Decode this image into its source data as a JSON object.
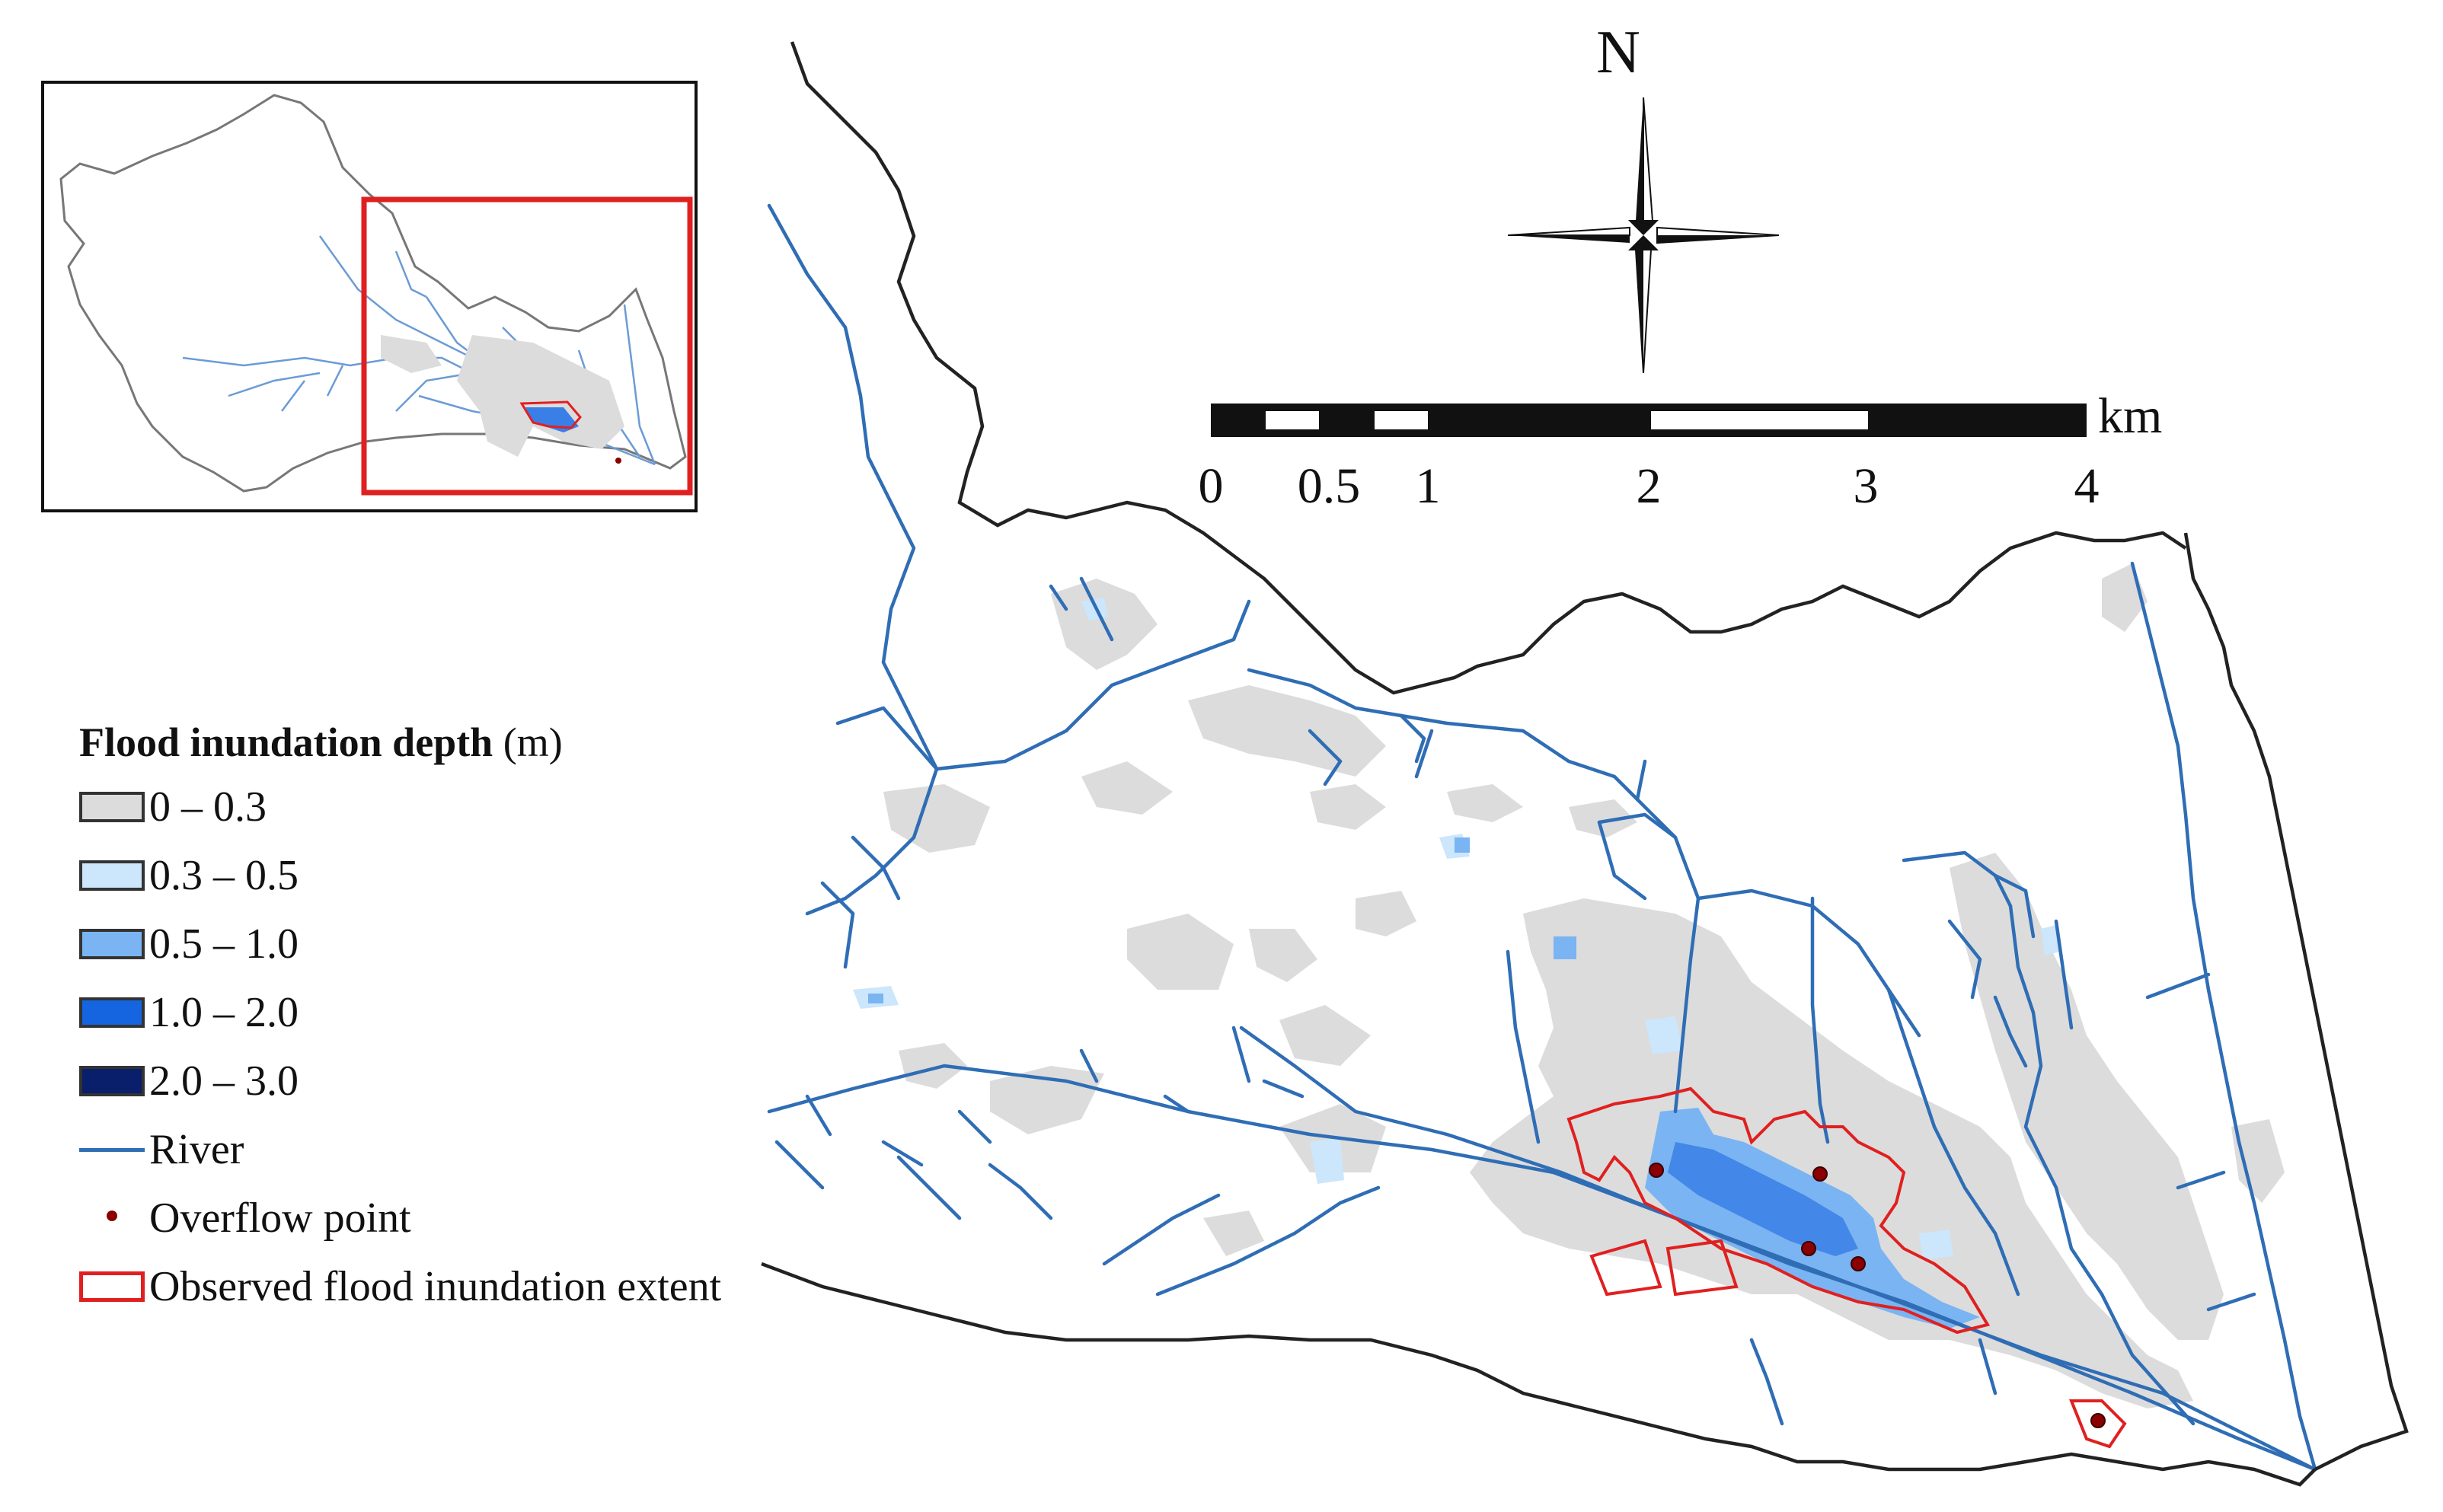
{
  "north_label": "N",
  "scale_bar": {
    "unit": "km",
    "ticks": [
      "0",
      "0.5",
      "1",
      "2",
      "3",
      "4"
    ]
  },
  "legend": {
    "title": "Flood inundation depth",
    "title_unit": "(m)",
    "classes": [
      {
        "label": "0 – 0.3",
        "color": "#dcdcdc"
      },
      {
        "label": "0.3 – 0.5",
        "color": "#cce6fb"
      },
      {
        "label": "0.5 – 1.0",
        "color": "#7ab4f2"
      },
      {
        "label": "1.0 – 2.0",
        "color": "#1565e0"
      },
      {
        "label": "2.0 – 3.0",
        "color": "#0a1f6b"
      }
    ],
    "river_label": "River",
    "river_color": "#2f6db5",
    "overflow_label": "Overflow point",
    "overflow_color": "#8b0000",
    "extent_label": "Observed flood inundation extent",
    "extent_color": "#e02020"
  }
}
